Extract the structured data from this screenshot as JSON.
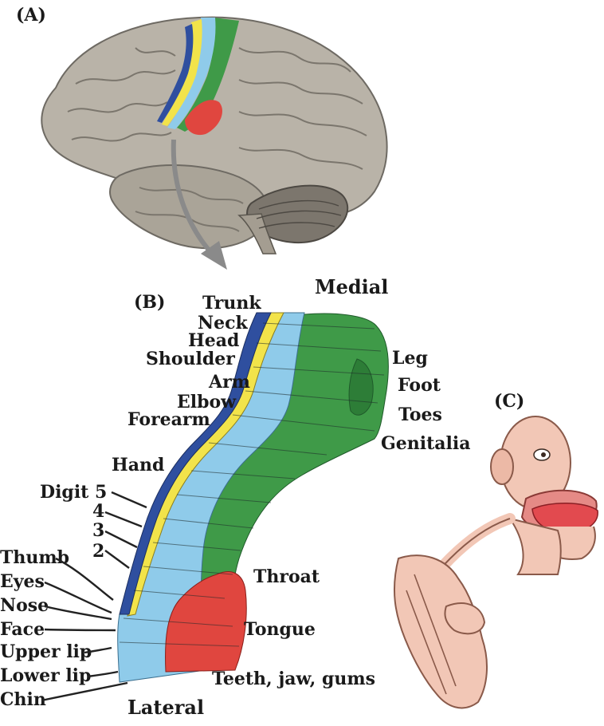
{
  "panels": {
    "a": "(A)",
    "b": "(B)",
    "c": "(C)"
  },
  "orientation": {
    "medial": "Medial",
    "lateral": "Lateral"
  },
  "labels_left": {
    "trunk": "Trunk",
    "neck": "Neck",
    "head": "Head",
    "shoulder": "Shoulder",
    "arm": "Arm",
    "elbow": "Elbow",
    "forearm": "Forearm",
    "hand": "Hand",
    "digit5": "Digit 5",
    "digit4": "4",
    "digit3": "3",
    "digit2": "2",
    "thumb": "Thumb",
    "eyes": "Eyes",
    "nose": "Nose",
    "face": "Face",
    "upper_lip": "Upper lip",
    "lower_lip": "Lower lip",
    "chin": "Chin"
  },
  "labels_right": {
    "leg": "Leg",
    "foot": "Foot",
    "toes": "Toes",
    "genitalia": "Genitalia",
    "throat": "Throat",
    "tongue": "Tongue",
    "teeth": "Teeth, jaw, gums"
  },
  "colors": {
    "band_dark_blue": "#2f4f9f",
    "band_yellow": "#f2e34a",
    "band_light_blue": "#8fcbea",
    "band_green": "#3f9a48",
    "band_red": "#e0463f",
    "brain_gray": "#b7b1a6",
    "skin": "#f2c7b6"
  }
}
